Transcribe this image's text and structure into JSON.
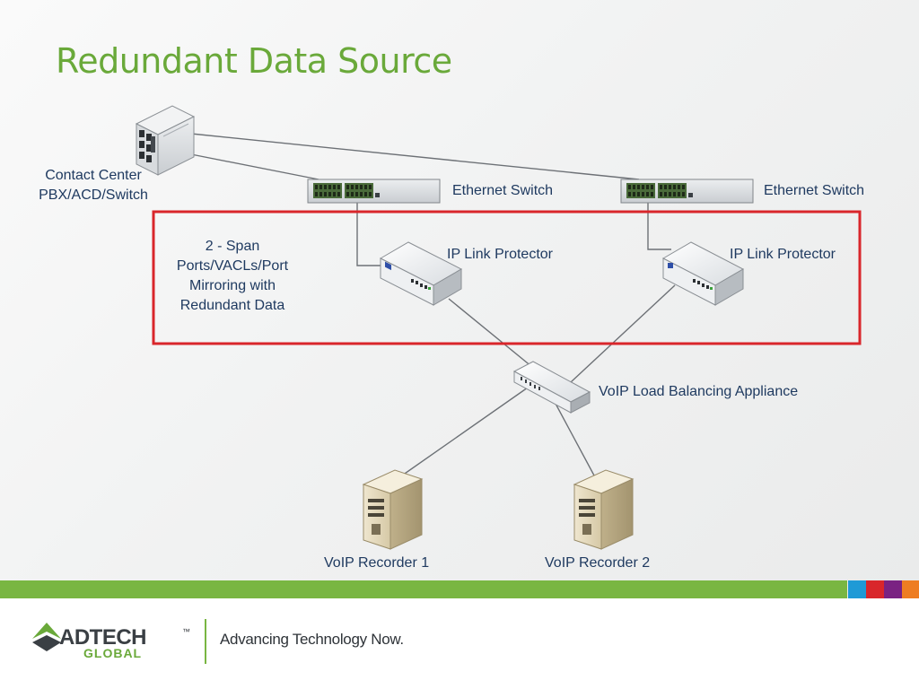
{
  "slide": {
    "title": "Redundant Data Source"
  },
  "labels": {
    "contact_center": [
      "Contact Center",
      "PBX/ACD/Switch"
    ],
    "ethernet_switch_1": "Ethernet Switch",
    "ethernet_switch_2": "Ethernet Switch",
    "ip_link_protector_1": "IP Link Protector",
    "ip_link_protector_2": "IP Link Protector",
    "span_ports": [
      "2 - Span",
      "Ports/VACLs/Port",
      "Mirroring with",
      "Redundant Data"
    ],
    "load_balancer": "VoIP Load Balancing Appliance",
    "recorder_1": "VoIP Recorder 1",
    "recorder_2": "VoIP Recorder 2"
  },
  "footer": {
    "logo_word": "ADTECH",
    "logo_tm": "™",
    "logo_sub": "GLOBAL",
    "tagline": "Advancing Technology Now."
  },
  "colors": {
    "title_green": "#6aa93a",
    "highlight_box": "#d9262b",
    "footer_bar": "#79b642",
    "swatches": [
      "#1f9ad6",
      "#d9262b",
      "#7a2282",
      "#ee7d22"
    ]
  }
}
